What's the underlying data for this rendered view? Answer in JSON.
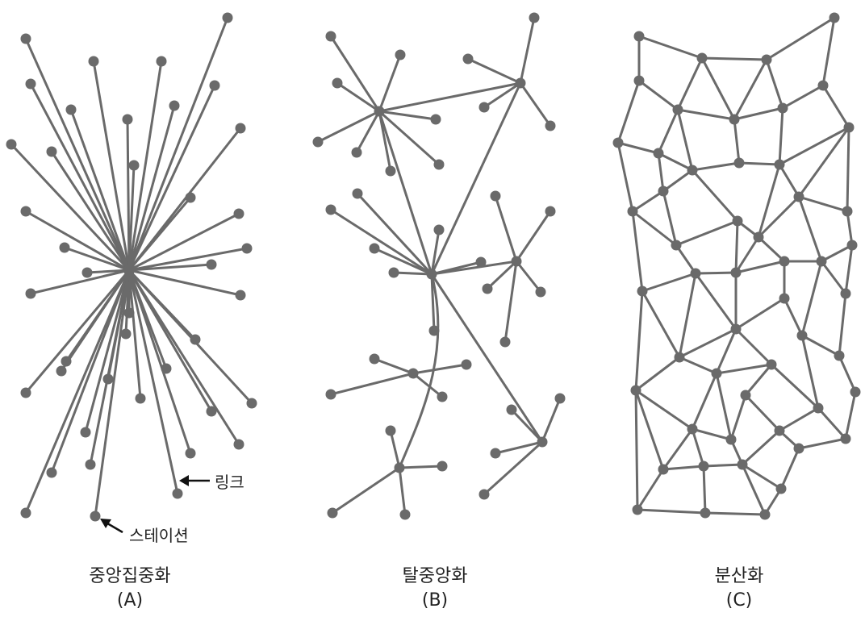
{
  "panels": [
    {
      "title": "중앙집중화",
      "sub": "(A)"
    },
    {
      "title": "탈중앙화",
      "sub": "(B)"
    },
    {
      "title": "분산화",
      "sub": "(C)"
    }
  ],
  "annotations": {
    "link": "링크",
    "station": "스테이션"
  },
  "colors": {
    "node": "#6a6a6a",
    "edge": "#6a6a6a",
    "text": "#222222"
  }
}
